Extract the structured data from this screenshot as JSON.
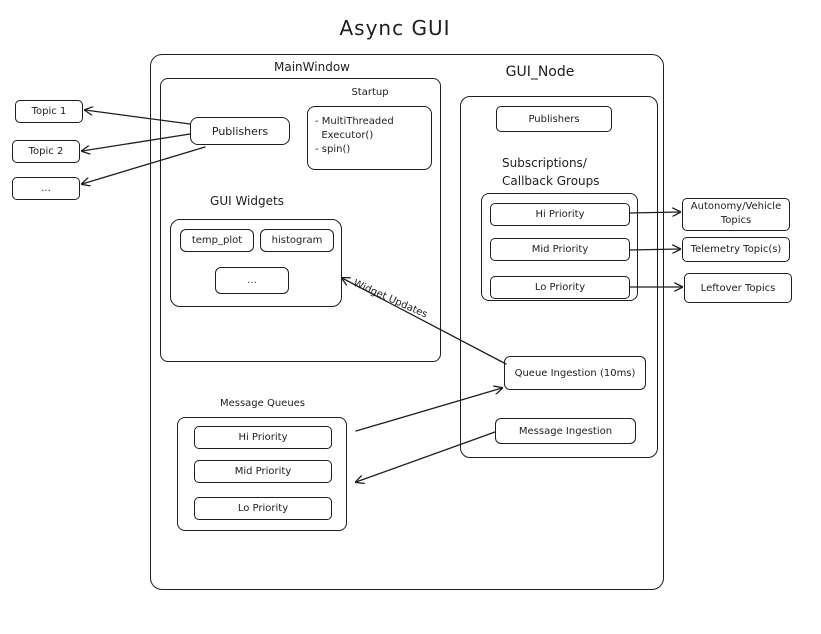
{
  "title": "Async  GUI",
  "main_window": {
    "label": "MainWindow",
    "publishers": "Publishers",
    "startup": {
      "label": "Startup",
      "line1": "- MultiThreaded",
      "line2": "  Executor()",
      "line3": "- spin()"
    },
    "gui_widgets": {
      "label": "GUI Widgets",
      "temp_plot": "temp_plot",
      "histogram": "histogram",
      "more": "..."
    }
  },
  "topics": {
    "topic1": "Topic 1",
    "topic2": "Topic 2",
    "more": "..."
  },
  "message_queues": {
    "label": "Message Queues",
    "hi": "Hi Priority",
    "mid": "Mid Priority",
    "lo": "Lo Priority"
  },
  "gui_node": {
    "label": "GUI_Node",
    "publishers": "Publishers",
    "subscriptions_line1": "Subscriptions/",
    "subscriptions_line2": "Callback Groups",
    "hi": "Hi Priority",
    "mid": "Mid Priority",
    "lo": "Lo Priority",
    "queue_ingestion": "Queue Ingestion (10ms)",
    "message_ingestion": "Message Ingestion"
  },
  "outputs": {
    "autonomy_line1": "Autonomy/Vehicle",
    "autonomy_line2": "Topics",
    "telemetry": "Telemetry Topic(s)",
    "leftover": "Leftover Topics"
  },
  "widget_updates": "Widget Updates"
}
